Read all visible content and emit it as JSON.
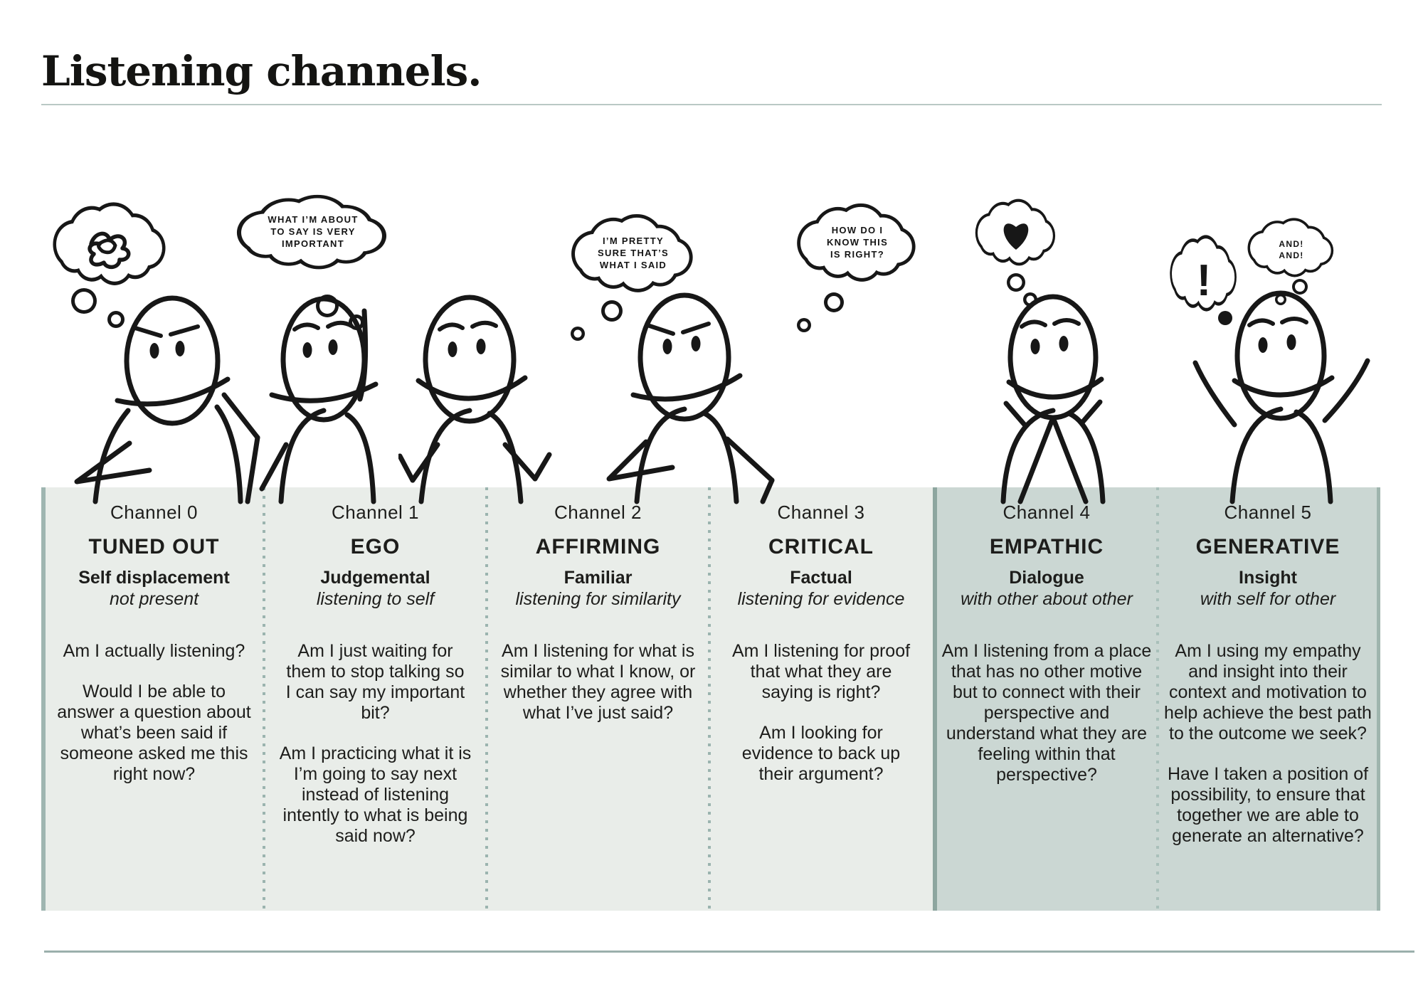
{
  "title": "Listening channels.",
  "colors": {
    "panel_light": "#e9ede9",
    "panel_dark": "#cbd7d3",
    "edge_light": "#9fb6b1",
    "edge_dark": "#8da69f",
    "separator_dots": "#9bb4af",
    "rule": "#9bb0ac",
    "ink": "#1d1d1b"
  },
  "channels": [
    {
      "label": "Channel 0",
      "name": "TUNED OUT",
      "subtitle": "Self displacement",
      "mode": "not present",
      "thought_icon": "scribble-icon",
      "questions": [
        "Am I actually listening?",
        "Would I be able to answer a question about what’s been said if someone asked me this right now?"
      ]
    },
    {
      "label": "Channel 1",
      "name": "EGO",
      "subtitle": "Judgemental",
      "mode": "listening to self",
      "thought_lines": [
        "WHAT I’M ABOUT",
        "TO SAY IS VERY",
        "IMPORTANT"
      ],
      "questions": [
        "Am I just waiting for them to stop talking so I can say my important bit?",
        "Am I practicing what it is I’m going to say next instead of listening intently to what is being said now?"
      ]
    },
    {
      "label": "Channel 2",
      "name": "AFFIRMING",
      "subtitle": "Familiar",
      "mode": "listening for similarity",
      "thought_lines": [
        "I’M PRETTY",
        "SURE THAT’S",
        "WHAT I SAID"
      ],
      "questions": [
        "Am I listening for what is similar to what I know, or whether they agree with what I’ve just said?"
      ]
    },
    {
      "label": "Channel 3",
      "name": "CRITICAL",
      "subtitle": "Factual",
      "mode": "listening for evidence",
      "thought_lines": [
        "HOW DO I",
        "KNOW THIS",
        "IS RIGHT?"
      ],
      "questions": [
        "Am I listening for proof that what they are saying is right?",
        "Am I looking for evidence to back up their argument?"
      ]
    },
    {
      "label": "Channel 4",
      "name": "EMPATHIC",
      "subtitle": "Dialogue",
      "mode": "with other about other",
      "thought_icon": "heart-icon",
      "questions": [
        "Am I listening from a place that has no other motive but to connect with their perspective and understand what they are feeling within that perspective?"
      ]
    },
    {
      "label": "Channel 5",
      "name": "GENERATIVE",
      "subtitle": "Insight",
      "mode": "with self for other",
      "thought_icon": "exclamation-icon",
      "exclamation": "!",
      "thought_lines": [
        "AND!",
        "AND!"
      ],
      "questions": [
        "Am I using my empathy and insight into their context and motivation to help achieve the best path to the outcome we seek?",
        "Have I taken a position of possibility, to ensure that together we are able to generate an alternative?"
      ]
    }
  ]
}
